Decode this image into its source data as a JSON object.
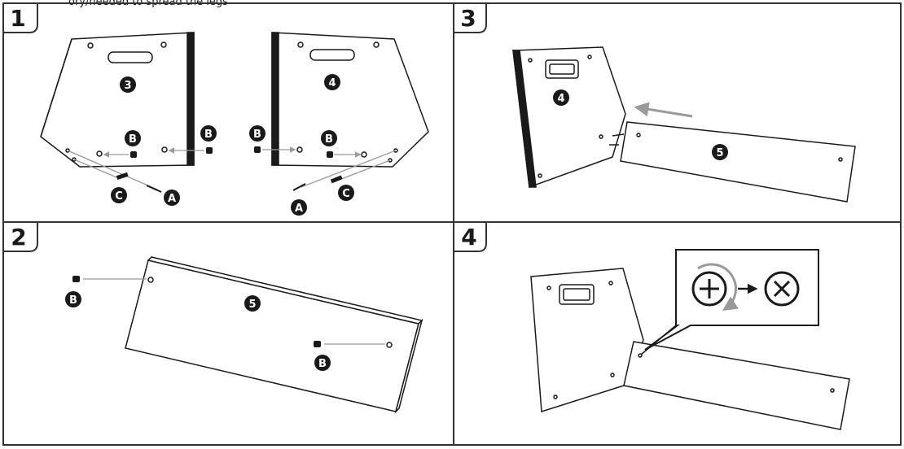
{
  "header_clipped_text": "ory/needed to spread the legs",
  "panels": [
    {
      "step": "1",
      "parts": {
        "left_panel": "3",
        "right_panel": "4",
        "bolt_a": "A",
        "cam_b": "B",
        "dowel_c": "C"
      }
    },
    {
      "step": "2",
      "parts": {
        "board": "5",
        "cam_b": "B"
      }
    },
    {
      "step": "3",
      "parts": {
        "side_panel": "4",
        "board": "5"
      }
    },
    {
      "step": "4",
      "parts": {}
    }
  ],
  "colors": {
    "ink": "#1a1a1a",
    "arrow_gray": "#999999",
    "frame": "#333333"
  }
}
